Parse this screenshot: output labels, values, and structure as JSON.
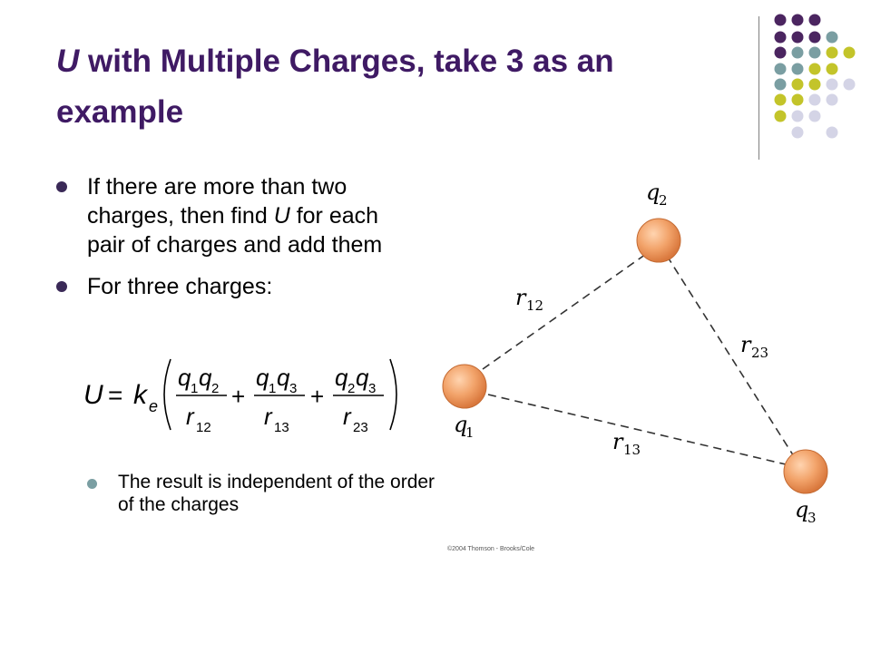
{
  "slide": {
    "title_italic": "U",
    "title_rest": " with Multiple Charges, take 3 as an example",
    "bullets": [
      {
        "pre": "If there are more than two charges, then find ",
        "italic": "U",
        "post": " for each pair of charges and add them"
      },
      {
        "pre": "For three charges:",
        "italic": "",
        "post": ""
      }
    ],
    "formula": {
      "lhs": "U",
      "eq": "=",
      "k": "k",
      "k_sub": "e",
      "terms": [
        {
          "num_a": "q",
          "num_a_sub": "1",
          "num_b": "q",
          "num_b_sub": "2",
          "den": "r",
          "den_sub": "12"
        },
        {
          "num_a": "q",
          "num_a_sub": "1",
          "num_b": "q",
          "num_b_sub": "3",
          "den": "r",
          "den_sub": "13"
        },
        {
          "num_a": "q",
          "num_a_sub": "2",
          "num_b": "q",
          "num_b_sub": "3",
          "den": "r",
          "den_sub": "23"
        }
      ],
      "plus": "+"
    },
    "sub_bullet": "The result is independent of the order of the charges"
  },
  "diagram": {
    "charges": [
      {
        "label": "q",
        "sub": "1"
      },
      {
        "label": "q",
        "sub": "2"
      },
      {
        "label": "q",
        "sub": "3"
      }
    ],
    "distances": [
      {
        "label": "r",
        "sub": "12"
      },
      {
        "label": "r",
        "sub": "23"
      },
      {
        "label": "r",
        "sub": "13"
      }
    ],
    "credit": "©2004 Thomson - Brooks/Cole",
    "charge_color": "#f2a36a",
    "line_color": "#333333"
  },
  "decor": {
    "dot_colors": {
      "purple": "#4b2560",
      "teal": "#7a9ea2",
      "olive": "#c3c42a",
      "lavender": "#d4d4e6"
    }
  }
}
